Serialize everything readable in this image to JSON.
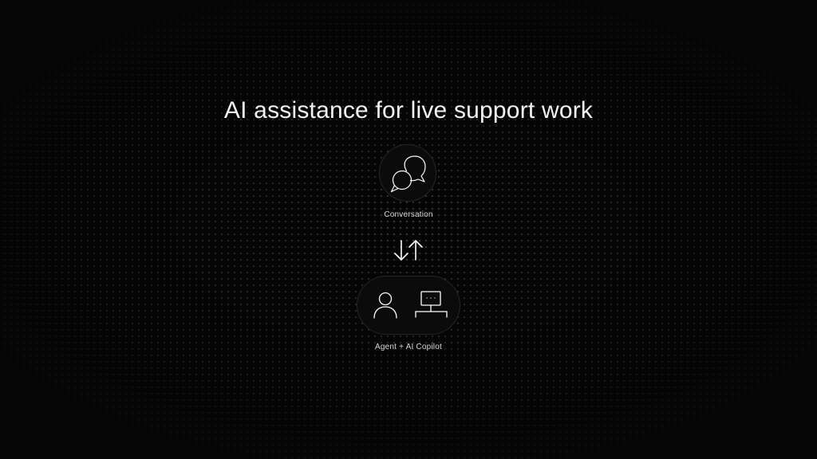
{
  "title": "AI assistance for live support work",
  "nodes": {
    "conversation": {
      "label": "Conversation",
      "icon": "chat-bubbles-icon"
    },
    "agent_copilot": {
      "label": "Agent + AI Copilot",
      "icons": [
        "person-icon",
        "computer-terminal-icon"
      ]
    }
  },
  "connector": {
    "icon": "bidirectional-arrows-icon"
  },
  "colors": {
    "background": "#050505",
    "foreground": "#ffffff",
    "node_fill": "#0b0b0b",
    "node_border": "#262626",
    "dot_grid": "#78789a"
  }
}
